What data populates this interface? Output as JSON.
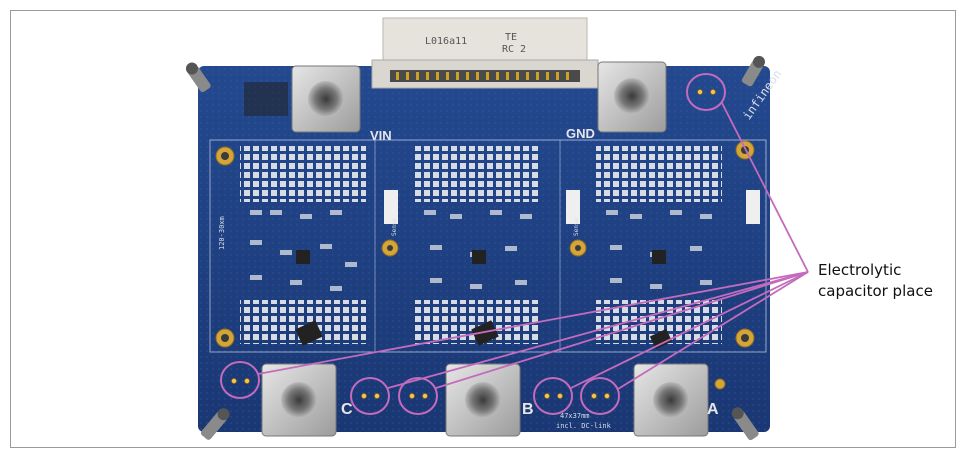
{
  "figure": {
    "callout_text": "Electrolytic\ncapacitor place",
    "callout_lines": [
      "Electrolytic",
      "capacitor place"
    ],
    "annotation_color": "#c46bbd",
    "board_color": "#1d3f82",
    "labels": {
      "vin": "VIN",
      "gnd": "GND",
      "phase_c": "C",
      "phase_b": "B",
      "phase_a": "A",
      "brand": "infineon",
      "connector_line1": "L016a11",
      "connector_line2": "TE",
      "connector_line3": "RC 2",
      "board_note_1": "47x37mm",
      "board_note_2": "incl. DC-link",
      "side_label": "120-30xm",
      "shunt_label": "Sense"
    }
  }
}
